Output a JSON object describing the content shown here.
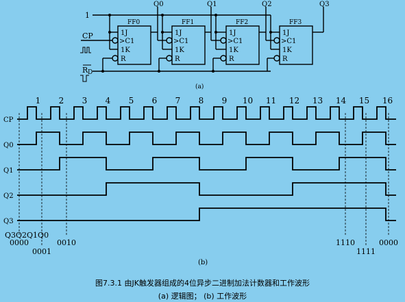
{
  "logic": {
    "one": "1",
    "cp": "CP",
    "rd": "R",
    "rd_sub": "D",
    "outputs": [
      "Q0",
      "Q1",
      "Q2",
      "Q3"
    ],
    "flipflops": [
      {
        "name": "FF0",
        "j": "1J",
        "c": ">C1",
        "k": "1K",
        "r": "R"
      },
      {
        "name": "FF1",
        "j": "1J",
        "c": ">C1",
        "k": "1K",
        "r": "R"
      },
      {
        "name": "FF2",
        "j": "1J",
        "c": ">C1",
        "k": "1K",
        "r": "R"
      },
      {
        "name": "FF3",
        "j": "1J",
        "c": ">C1",
        "k": "1K",
        "r": "R"
      }
    ],
    "label": "(a)"
  },
  "waveform": {
    "pulse_numbers": [
      "1",
      "2",
      "3",
      "4",
      "5",
      "6",
      "7",
      "8",
      "9",
      "10",
      "11",
      "12",
      "13",
      "14",
      "15",
      "16"
    ],
    "signals": [
      "CP",
      "Q0",
      "Q1",
      "Q2",
      "Q3"
    ],
    "states_header": "Q3Q2Q1Q0",
    "states": [
      "0000",
      "0001",
      "0010",
      "1110",
      "1111",
      "0000"
    ],
    "label": "(b)"
  },
  "caption": {
    "title": "图7.3.1  由JK触发器组成的4位异步二进制加法计数器和工作波形",
    "subtitle": "(a) 逻辑图；  (b) 工作波形"
  }
}
